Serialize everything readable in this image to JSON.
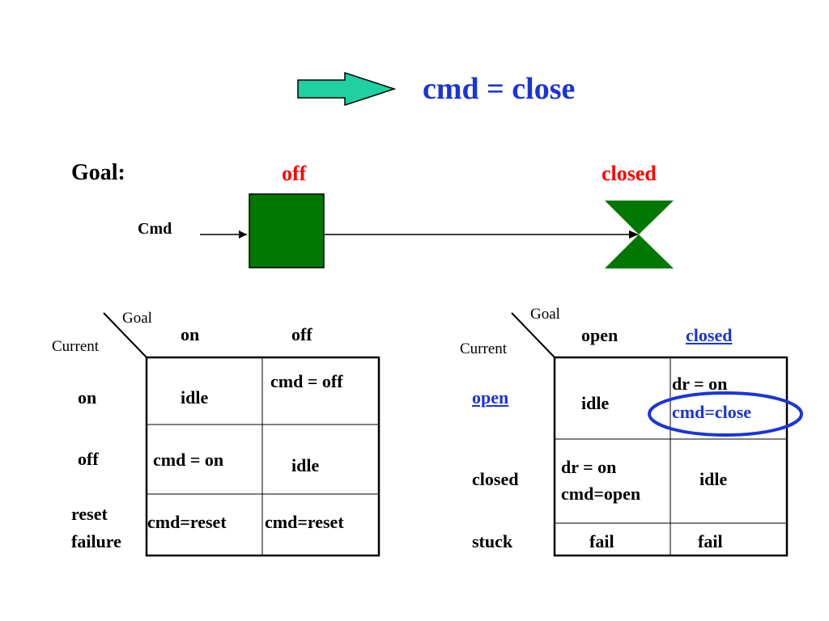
{
  "title": {
    "text": "cmd = close"
  },
  "goal_row": {
    "label": "Goal:",
    "cmd_label": "Cmd",
    "first_state": "off",
    "second_state": "closed"
  },
  "colors": {
    "blue": "#1a35d6",
    "red": "#ff0000",
    "green": "#007700",
    "arrow_fill": "#1fd0a0"
  },
  "left_table": {
    "goal_header": "Goal",
    "current_header": "Current",
    "columns": [
      "on",
      "off"
    ],
    "rows": [
      {
        "label": "on",
        "cells": [
          "idle",
          "cmd = off"
        ]
      },
      {
        "label": "off",
        "cells": [
          "cmd = on",
          "idle"
        ]
      },
      {
        "label_lines": [
          "reset",
          "failure"
        ],
        "cells": [
          "cmd=reset",
          "cmd=reset"
        ]
      }
    ]
  },
  "right_table": {
    "goal_header": "Goal",
    "current_header": "Current",
    "columns": [
      "open",
      "closed"
    ],
    "rows": [
      {
        "label": "open",
        "cells": [
          "idle",
          [
            "dr = on",
            "cmd=close"
          ]
        ]
      },
      {
        "label": "closed",
        "cells": [
          [
            "dr = on",
            "cmd=open"
          ],
          "idle"
        ]
      },
      {
        "label": "stuck",
        "cells": [
          "fail",
          "fail"
        ]
      }
    ]
  }
}
